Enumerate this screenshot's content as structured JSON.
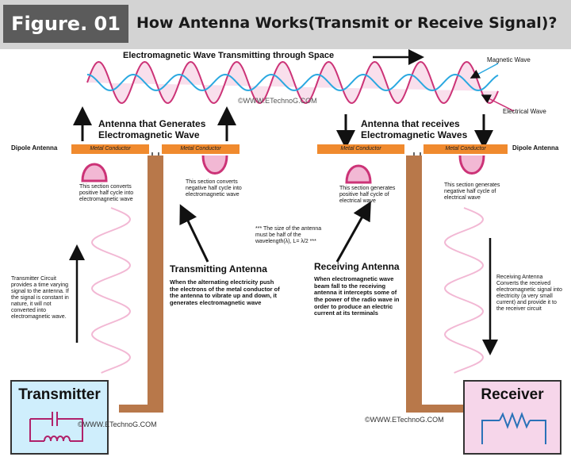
{
  "header": {
    "figure_label": "Figure. 01",
    "title": "How Antenna Works(Transmit or Receive Signal)?"
  },
  "wave": {
    "top_caption": "Electromagnetic Wave Transmitting through Space",
    "magnetic_label": "Magnetic Wave",
    "electrical_label": "Electrical Wave",
    "watermark": "©WWW.ETechnoG.COM"
  },
  "transmit_side": {
    "heading": "Antenna that Generates Electromagnetic Wave",
    "dipole_label": "Dipole Antenna",
    "conductor_left": "Metal Conductor",
    "conductor_right": "Metal Conductor",
    "left_note": "This section converts positive half cycle into electromagnetic wave",
    "right_note": "This section converts negative half cycle into electromagnetic wave",
    "circuit_note": "Transmitter Circuit provides a time varying signal to the antenna. If the signal is constant in nature, it will not converted into electromagnetic wave.",
    "antenna_title": "Transmitting Antenna",
    "antenna_desc": "When the alternating electricity push the electrons of the metal conductor of the antenna to vibrate up and down, it generates electromagnetic wave",
    "box_label": "Transmitter",
    "watermark": "©WWW.ETechnoG.COM"
  },
  "middle_note": "***  The size of the antenna must be half of the wavelength(λ), L= λ/2  ***",
  "receive_side": {
    "heading": "Antenna that receives Electromagnetic Waves",
    "dipole_label": "Dipole Antenna",
    "conductor_left": "Metal Conductor",
    "conductor_right": "Metal Conductor",
    "left_note": "This section generates positive half cycle of electrical wave",
    "right_note": "This section generates negative half cycle of electrical wave",
    "circuit_note": "Receiving Antenna Converts the received electromagnetic signal into electricity (a very small current) and provide it to the receiver circuit",
    "antenna_title": "Receiving Antenna",
    "antenna_desc": "When electromagnetic wave beam fall to the receiving antenna it intercepts some of the power of the radio wave in order to produce an electric current at its terminals",
    "box_label": "Receiver",
    "watermark": "©WWW.ETechnoG.COM"
  },
  "colors": {
    "magenta": "#cc3377",
    "pink_light": "#f2b8d4",
    "cyan": "#2aa8e0",
    "orange": "#f08a2e",
    "brown": "#b8784a",
    "transmitter_bg": "#cfeefc",
    "receiver_bg": "#f6d6ea",
    "header_bg": "#d3d3d3",
    "badge_bg": "#5b5b5b"
  }
}
